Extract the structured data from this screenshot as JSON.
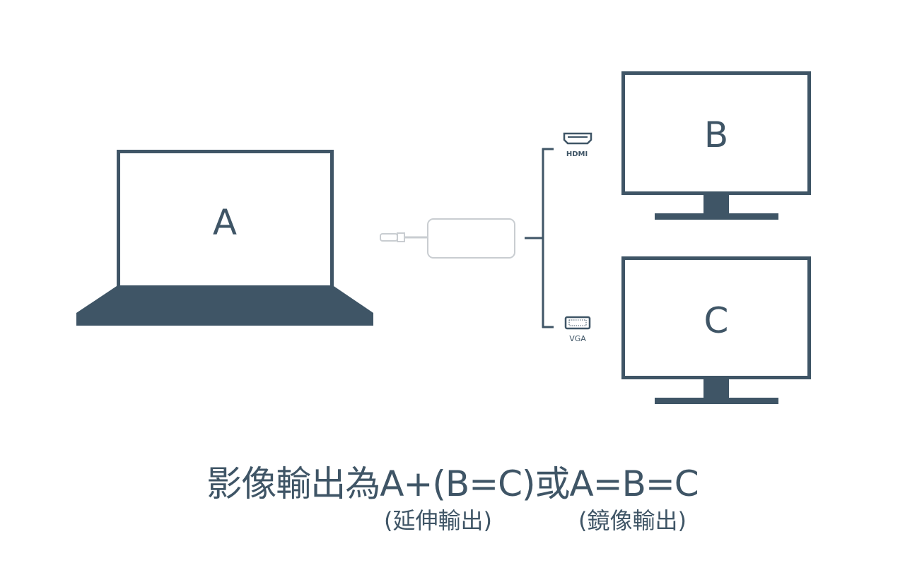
{
  "diagram": {
    "laptop_label": "A",
    "monitor_top_label": "B",
    "monitor_bottom_label": "C",
    "port_hdmi_label": "HDMI",
    "port_vga_label": "VGA"
  },
  "caption": {
    "main": "影像輸出為A+(B=C)或A=B=C",
    "extended_note": "(延伸輸出)",
    "mirror_note": "(鏡像輸出)"
  },
  "colors": {
    "primary": "#3f5566",
    "adapter": "#c9cdd1"
  }
}
